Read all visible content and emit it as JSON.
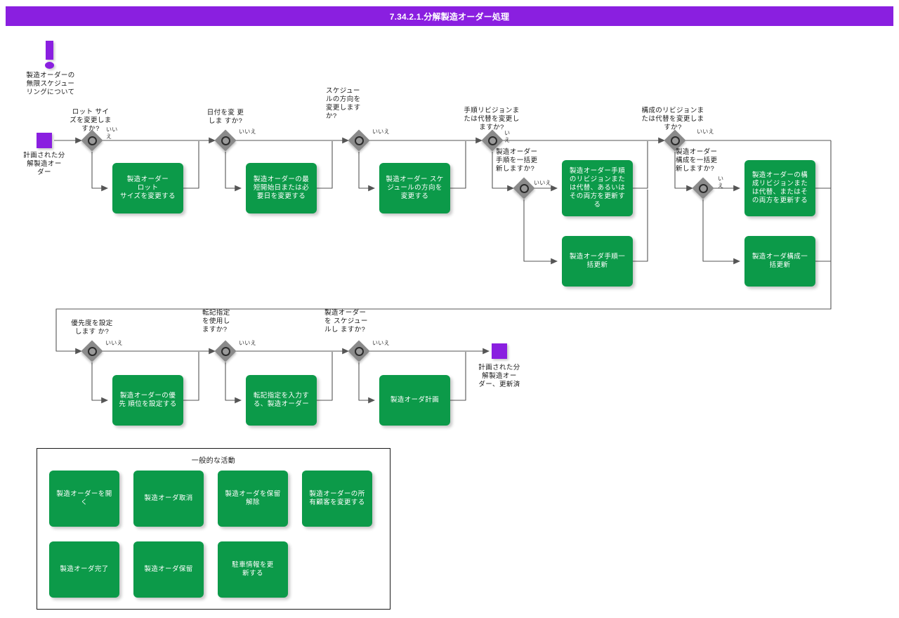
{
  "banner": {
    "title": "7.34.2.1.分解製造オーダー処理"
  },
  "note": {
    "icon": "exclamation-icon",
    "text": "製造オーダーの\n無限スケジュー\nリングについて"
  },
  "start": {
    "icon": "start-terminator",
    "label": "計画された分\n解製造オー\nダー"
  },
  "end": {
    "icon": "end-terminator",
    "label": "計画された分\n解製造オー\nダー、更新済"
  },
  "edge_label_no": "いいえ",
  "decisions": [
    {
      "id": "d-lot-size",
      "question": "ロット サイ\nズを変更しま\nすか?",
      "no_label": "いい\nえ"
    },
    {
      "id": "d-dates",
      "question": "日付を変 更\nしま すか?",
      "no_label": "いいえ"
    },
    {
      "id": "d-schedule-dir",
      "question": "スケジュー\nルの方向を\n変更します\nか?",
      "no_label": "いいえ"
    },
    {
      "id": "d-routing-rev",
      "question": "手順リビジョンま\nたは代替を変更し\nますか?",
      "no_label": "い\nえ"
    },
    {
      "id": "d-routing-mass",
      "question": "製造オーダー\n手順を一括更\n新しますか?",
      "no_label": "いいえ"
    },
    {
      "id": "d-config-rev",
      "question": "構成のリビジョンま\nたは代替を変更しま\nすか?",
      "no_label": "いいえ"
    },
    {
      "id": "d-config-mass",
      "question": "製造オーダー\n構成を一括更\n新しますか?",
      "no_label": "い\nえ"
    },
    {
      "id": "d-priority",
      "question": "優先度を設定\nします か?",
      "no_label": "いいえ"
    },
    {
      "id": "d-posting",
      "question": "転記指定\nを使用し\nますか?",
      "no_label": "いいえ"
    },
    {
      "id": "d-schedule-order",
      "question": "製造オーダー\nを スケジュー\nルし ますか?",
      "no_label": "いいえ"
    }
  ],
  "processes": [
    {
      "id": "p-lot-size",
      "label": "製造オーダー\nロット\nサイズを変更する"
    },
    {
      "id": "p-dates",
      "label": "製造オーダーの最\n短開始日または必\n要日を変更する"
    },
    {
      "id": "p-schedule-dir",
      "label": "製造オーダー スケ\nジュールの方向を\n変更する"
    },
    {
      "id": "p-routing-rev",
      "label": "製造オーダー手順\nのリビジョンまた\nは代替、あるいは\nその両方を更新す\nる"
    },
    {
      "id": "p-routing-mass",
      "label": "製造オーダ手順一\n括更新"
    },
    {
      "id": "p-config-rev",
      "label": "製造オーダーの構\n成リビジョンまた\nは代替、またはそ\nの両方を更新する"
    },
    {
      "id": "p-config-mass",
      "label": "製造オーダ構成一\n括更新"
    },
    {
      "id": "p-priority",
      "label": "製造オーダーの優\n先 順位を設定する"
    },
    {
      "id": "p-posting",
      "label": "転記指定を入力す\nる、製造オーダー"
    },
    {
      "id": "p-plan",
      "label": "製造オーダ計画"
    }
  ],
  "common_activities": {
    "title": "一般的な活動",
    "items": [
      {
        "id": "ca-open",
        "label": "製造オーダーを開\nく"
      },
      {
        "id": "ca-cancel",
        "label": "製造オーダ取消"
      },
      {
        "id": "ca-unhold",
        "label": "製造オーダを保留\n解除"
      },
      {
        "id": "ca-owner",
        "label": "製造オーダーの所\n有顧客を変更する"
      },
      {
        "id": "ca-complete",
        "label": "製造オーダ完了"
      },
      {
        "id": "ca-hold",
        "label": "製造オーダ保留"
      },
      {
        "id": "ca-parking",
        "label": "駐車情報を更\n新する"
      }
    ]
  },
  "colors": {
    "banner": "#8a1fe0",
    "terminator": "#8a1fe0",
    "process": "#0c9a49",
    "decision": "#8a8a8a",
    "connector": "#555555",
    "background": "#ffffff"
  }
}
